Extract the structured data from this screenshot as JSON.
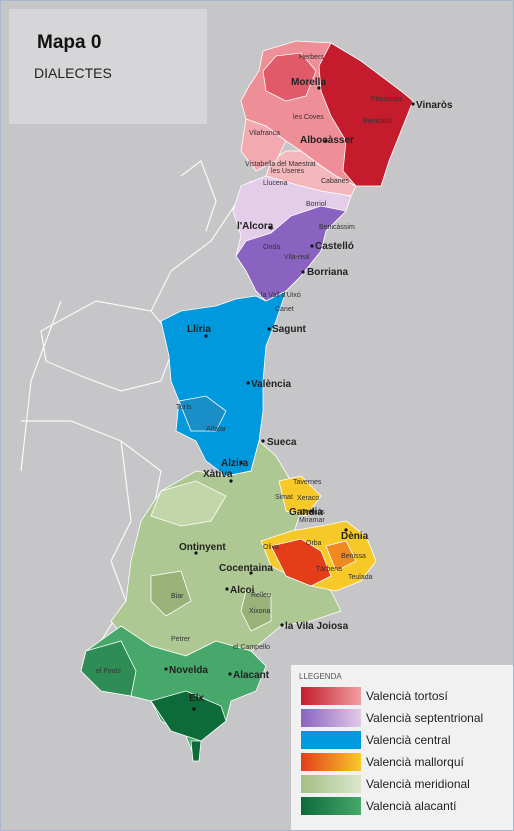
{
  "header": {
    "title": "Mapa 0",
    "subtitle": "DIALECTES"
  },
  "colors": {
    "tortosi": [
      "#c41c2c",
      "#f19fa3"
    ],
    "septentrional": [
      "#8a63c0",
      "#e2c9e7"
    ],
    "central": [
      "#0099dd",
      "#0099dd"
    ],
    "mallorqui": [
      "#e43d1a",
      "#f7c928"
    ],
    "meridional": [
      "#a3bf85",
      "#dbe6cc"
    ],
    "alacanti": [
      "#0d6b3a",
      "#46a86a"
    ]
  },
  "cities": [
    {
      "name": "Morella"
    },
    {
      "name": "Vinaròs"
    },
    {
      "name": "Albocàsser"
    },
    {
      "name": "l'Alcora"
    },
    {
      "name": "Castelló"
    },
    {
      "name": "Borriana"
    },
    {
      "name": "Llíria"
    },
    {
      "name": "Sagunt"
    },
    {
      "name": "València"
    },
    {
      "name": "Sueca"
    },
    {
      "name": "Alzira"
    },
    {
      "name": "Xàtiva"
    },
    {
      "name": "Gandia"
    },
    {
      "name": "Dènia"
    },
    {
      "name": "Ontinyent"
    },
    {
      "name": "Cocentaina"
    },
    {
      "name": "Alcoi"
    },
    {
      "name": "la Vila Joiosa"
    },
    {
      "name": "Novelda"
    },
    {
      "name": "Alacant"
    },
    {
      "name": "Elx"
    }
  ],
  "towns": [
    {
      "name": "Herbers"
    },
    {
      "name": "Vilafranca"
    },
    {
      "name": "Benicarló"
    },
    {
      "name": "Vistabella del Maestrat"
    },
    {
      "name": "les Useres"
    },
    {
      "name": "Cabanes"
    },
    {
      "name": "Llucena"
    },
    {
      "name": "Borriol"
    },
    {
      "name": "Benicàssim"
    },
    {
      "name": "Onda"
    },
    {
      "name": "Vila-real"
    },
    {
      "name": "la Vall d'Uixó"
    },
    {
      "name": "Canet"
    },
    {
      "name": "Turís"
    },
    {
      "name": "Alfafar"
    },
    {
      "name": "Tavernes"
    },
    {
      "name": "Simat"
    },
    {
      "name": "Xeraco"
    },
    {
      "name": "Daimús"
    },
    {
      "name": "Miramar"
    },
    {
      "name": "Oliva"
    },
    {
      "name": "Tàrbena"
    },
    {
      "name": "Benissa"
    },
    {
      "name": "Teulada"
    },
    {
      "name": "Xixona"
    },
    {
      "name": "Relleu"
    },
    {
      "name": "Biar"
    },
    {
      "name": "Petrer"
    },
    {
      "name": "el Campello"
    },
    {
      "name": "el Pinós"
    },
    {
      "name": "Peníscola"
    },
    {
      "name": "les Coves"
    },
    {
      "name": "Orba"
    }
  ],
  "legend": {
    "title": "LLEGENDA",
    "items": [
      {
        "key": "tortosi",
        "label": "Valencià tortosí"
      },
      {
        "key": "septentrional",
        "label": "Valencià septentrional"
      },
      {
        "key": "central",
        "label": "Valencià central"
      },
      {
        "key": "mallorqui",
        "label": "Valencià mallorquí"
      },
      {
        "key": "meridional",
        "label": "Valencià meridional"
      },
      {
        "key": "alacanti",
        "label": "Valencià alacantí"
      }
    ]
  }
}
